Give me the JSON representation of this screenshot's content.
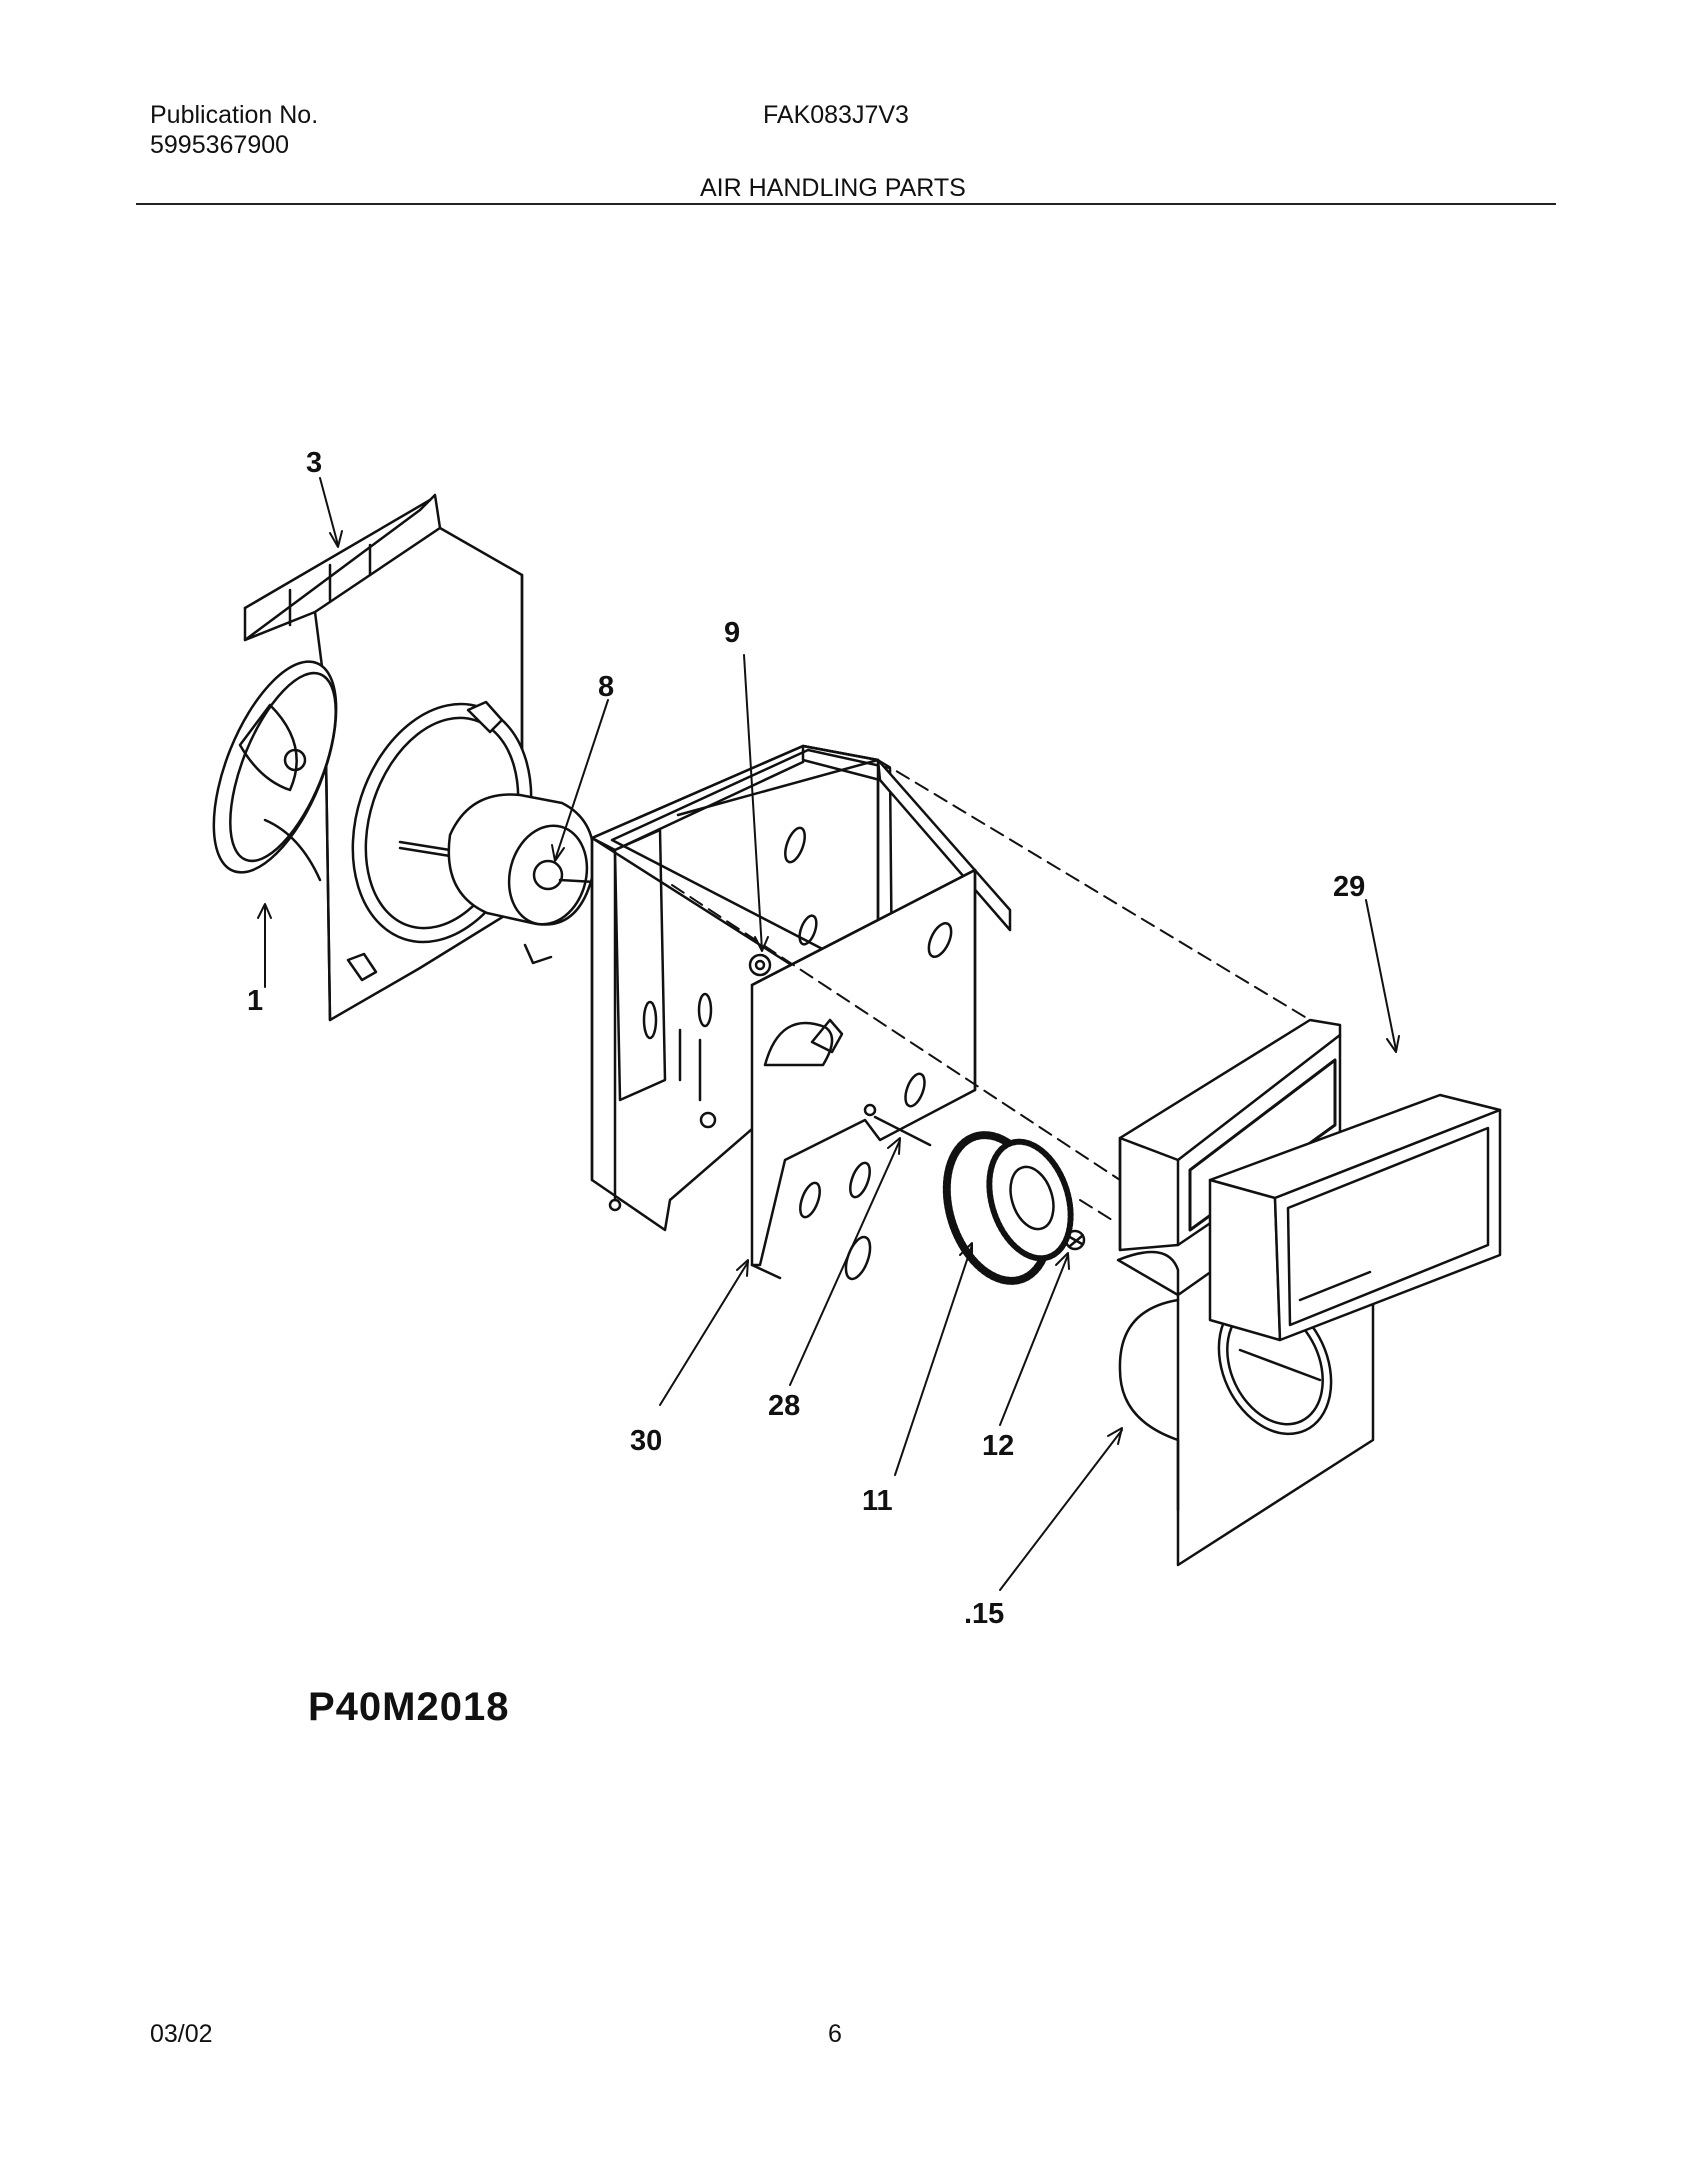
{
  "header": {
    "publication_label": "Publication No.",
    "publication_number": "5995367900",
    "model": "FAK083J7V3",
    "section_title": "AIR HANDLING PARTS"
  },
  "callouts": {
    "c1": "1",
    "c3": "3",
    "c8": "8",
    "c9": "9",
    "c11": "11",
    "c12": "12",
    "c15": ".15",
    "c28": "28",
    "c29": "29",
    "c30": "30"
  },
  "diagram_code": "P40M2018",
  "footer": {
    "date": "03/02",
    "page": "6"
  }
}
